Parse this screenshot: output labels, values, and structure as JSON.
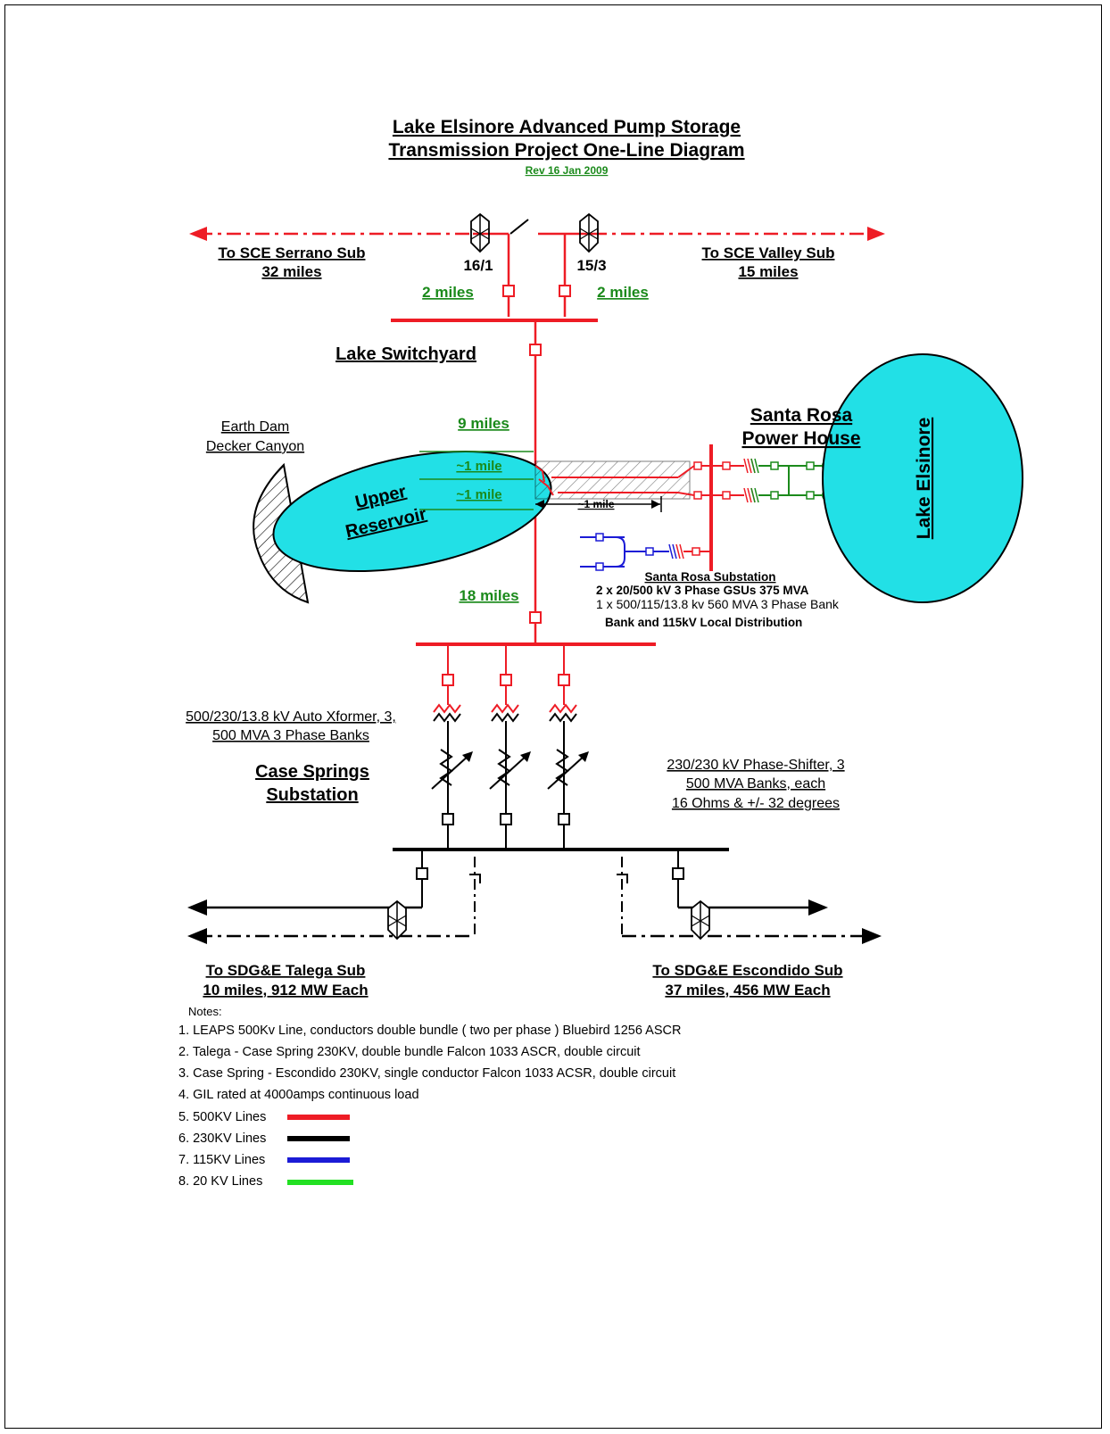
{
  "title": {
    "line1": "Lake Elsinore Advanced Pump Storage",
    "line2": "Transmission Project One-Line Diagram",
    "revision": "Rev 16 Jan 2009"
  },
  "top": {
    "left_dest": "To SCE Serrano Sub",
    "left_dist": "32 miles",
    "right_dest": "To SCE Valley Sub",
    "right_dist": "15 miles",
    "tower_left": "16/1",
    "tower_right": "15/3",
    "tap_left": "2 miles",
    "tap_right": "2 miles"
  },
  "lake_switchyard": {
    "label": "Lake Switchyard"
  },
  "line_north": "9 miles",
  "line_south": "18 miles",
  "tunnel": {
    "seg1": "~1 mile",
    "seg2": "~1 mile",
    "seg3": "~1 mile"
  },
  "earth_dam": {
    "line1": "Earth Dam",
    "line2": "Decker Canyon"
  },
  "upper_reservoir": {
    "line1": "Upper",
    "line2": "Reservoir"
  },
  "power_house": {
    "line1": "Santa Rosa",
    "line2": "Power House"
  },
  "lake": {
    "label": "Lake Elsinore"
  },
  "santa_rosa_sub": {
    "label": "Santa Rosa Substation",
    "desc1": "2 x 20/500 kV 3 Phase GSUs 375 MVA",
    "desc2": "1 x 500/115/13.8 kv 560 MVA 3 Phase Bank",
    "desc3": "Bank and 115kV Local Distribution"
  },
  "case_springs": {
    "line1": "Case Springs",
    "line2": "Substation",
    "xformer1": "500/230/13.8 kV Auto Xformer, 3,",
    "xformer2": "500 MVA 3 Phase Banks",
    "shifter1": "230/230 kV Phase-Shifter, 3",
    "shifter2": "500 MVA Banks, each",
    "shifter3": "16 Ohms & +/- 32 degrees"
  },
  "bottom": {
    "left_dest": "To SDG&E Talega Sub",
    "left_info": "10 miles, 912 MW Each",
    "right_dest": "To SDG&E Escondido Sub",
    "right_info": "37 miles, 456 MW Each"
  },
  "notes": {
    "header": "Notes:",
    "items": [
      "1. LEAPS 500Kv Line, conductors double bundle ( two per phase ) Bluebird 1256 ASCR",
      "2. Talega - Case Spring 230KV, double bundle Falcon 1033 ASCR, double circuit",
      "3. Case Spring - Escondido 230KV, single conductor Falcon 1033 ACSR, double circuit",
      "4. GIL rated at 4000amps continuous load"
    ],
    "legend": [
      {
        "label": "5. 500KV Lines",
        "color": "#ee1c25"
      },
      {
        "label": "6. 230KV Lines",
        "color": "#000000"
      },
      {
        "label": "7. 115KV Lines",
        "color": "#1b1bd6"
      },
      {
        "label": "8. 20 KV Lines",
        "color": "#22e022"
      }
    ]
  },
  "colors": {
    "kv500": "#ee1c25",
    "kv230": "#000000",
    "kv115": "#1b1bd6",
    "kv20": "#1b8a1b",
    "water": "#22e0e6"
  }
}
